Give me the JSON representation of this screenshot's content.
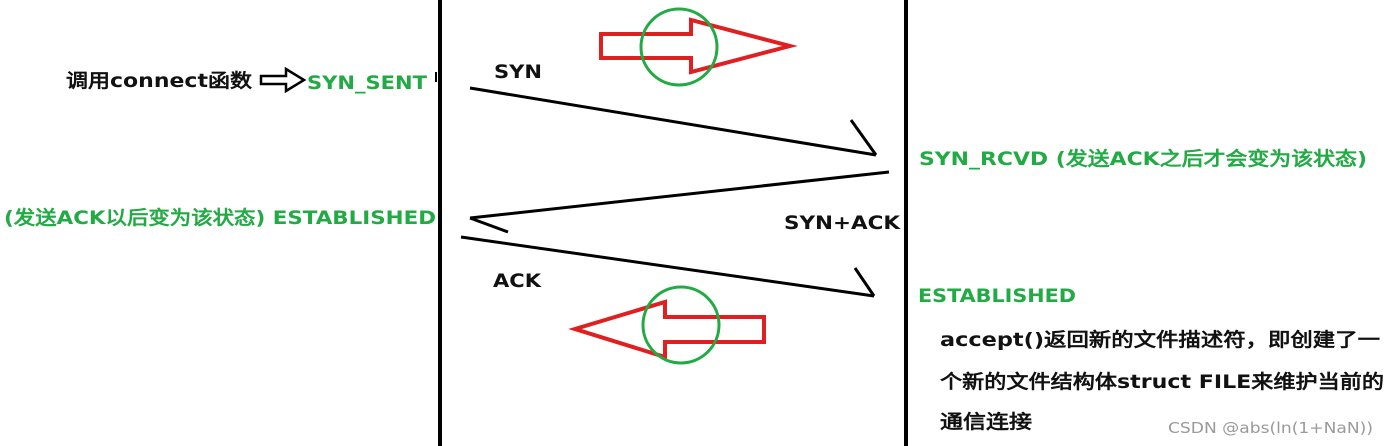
{
  "labels": {
    "connect_call": "调用connect函数",
    "syn_sent": "SYN_SENT",
    "syn": "SYN",
    "syn_rcvd": "SYN_RCVD (发送ACK之后才会变为该状态)",
    "client_established": "(发送ACK以后变为该状态) ESTABLISHED",
    "syn_ack": "SYN+ACK",
    "ack": "ACK",
    "server_established": "ESTABLISHED",
    "accept_line1": "accept()返回新的文件描述符，即创建了一",
    "accept_line2": "个新的文件结构体struct FILE来维护当前的",
    "accept_line3": "通信连接",
    "watermark": "CSDN @abs(ln(1+NaN))"
  },
  "colors": {
    "state_text": "#22aa44",
    "message_text": "#111111",
    "direction_arrow": "#e02020",
    "highlight_circle": "#22aa44",
    "timeline": "#000000"
  },
  "icons": {
    "connect_arrow": "hollow-right-arrow-icon",
    "top_direction": "red-right-arrow-icon",
    "bottom_direction": "red-left-arrow-icon",
    "highlight": "green-circle-icon"
  }
}
